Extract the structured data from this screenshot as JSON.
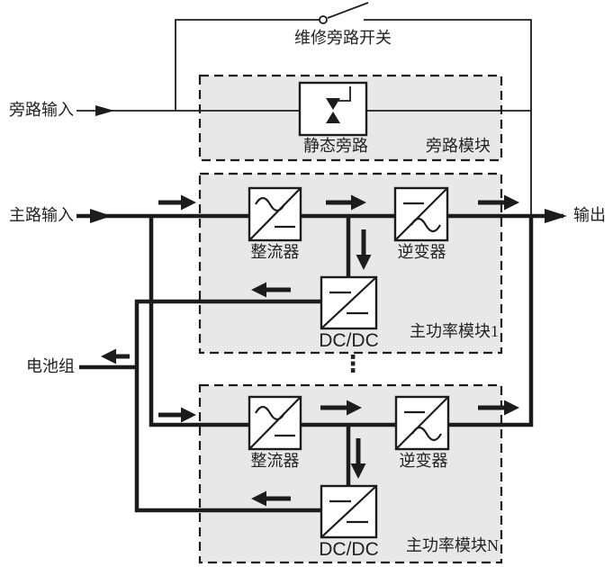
{
  "labels": {
    "maintenance_bypass_switch": "维修旁路开关",
    "bypass_input": "旁路输入",
    "static_bypass": "静态旁路",
    "bypass_module": "旁路模块",
    "main_input": "主路输入",
    "rectifier": "整流器",
    "inverter": "逆变器",
    "dc_dc": "DC/DC",
    "main_power_module_1": "主功率模块1",
    "main_power_module_n": "主功率模块N",
    "battery_group": "电池组",
    "output": "输出",
    "ellipsis": "⋮"
  },
  "structure": {
    "inputs": [
      "旁路输入",
      "主路输入",
      "电池组"
    ],
    "output": "输出",
    "bypass_module_components": [
      "静态旁路"
    ],
    "main_power_modules": [
      "主功率模块1",
      "主功率模块N"
    ],
    "module_components": [
      "整流器",
      "逆变器",
      "DC/DC"
    ]
  },
  "colors": {
    "line": "#1c1c1c",
    "module_fill": "#e8e8e8",
    "component_fill": "#ffffff",
    "background": "#ffffff",
    "text": "#222222"
  }
}
